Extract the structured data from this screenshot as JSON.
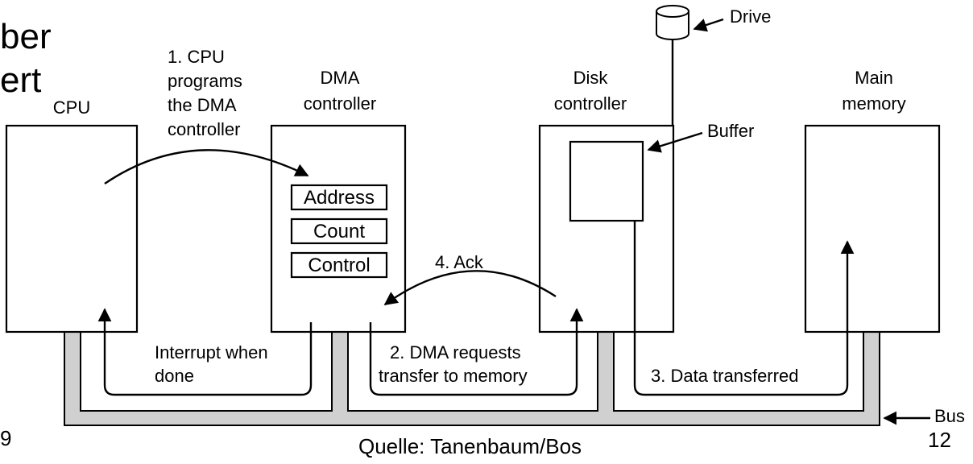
{
  "slide": {
    "title_line1_fragment": "ber",
    "title_line2_fragment": "ert",
    "left_page_fragment": "9",
    "source": "Quelle: Tanenbaum/Bos",
    "page_number": "12"
  },
  "components": {
    "cpu": "CPU",
    "dma_line1": "DMA",
    "dma_line2": "controller",
    "disk_line1": "Disk",
    "disk_line2": "controller",
    "mem_line1": "Main",
    "mem_line2": "memory",
    "drive": "Drive",
    "buffer": "Buffer",
    "bus": "Bus"
  },
  "registers": [
    "Address",
    "Count",
    "Control"
  ],
  "steps": {
    "step1": [
      "1. CPU",
      "programs",
      "the DMA",
      "controller"
    ],
    "step2": [
      "2. DMA requests",
      "transfer to memory"
    ],
    "step3": "3. Data transferred",
    "step4": "4. Ack",
    "interrupt": [
      "Interrupt when",
      "done"
    ]
  },
  "colors": {
    "bus_fill": "#d0d0d0",
    "stroke": "#000000",
    "background": "#ffffff"
  }
}
